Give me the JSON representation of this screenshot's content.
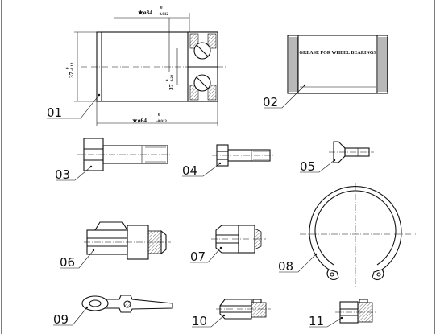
{
  "parts": [
    {
      "id": "01",
      "label": "01",
      "name": "wheel bearing"
    },
    {
      "id": "02",
      "label": "02",
      "name": "grease packet"
    },
    {
      "id": "03",
      "label": "03",
      "name": "bolt"
    },
    {
      "id": "04",
      "label": "04",
      "name": "bolt"
    },
    {
      "id": "05",
      "label": "05",
      "name": "countersunk screw"
    },
    {
      "id": "06",
      "label": "06",
      "name": "hub nut"
    },
    {
      "id": "07",
      "label": "07",
      "name": "nut"
    },
    {
      "id": "08",
      "label": "08",
      "name": "circlip"
    },
    {
      "id": "09",
      "label": "09",
      "name": "lock washer"
    },
    {
      "id": "10",
      "label": "10",
      "name": "nut"
    },
    {
      "id": "11",
      "label": "11",
      "name": "nut"
    }
  ],
  "dimensions": {
    "inner_diameter": {
      "star": "★",
      "value": "ø34",
      "upper": "0",
      "lower": "-0.012"
    },
    "outer_diameter": {
      "star": "★",
      "value": "ø64",
      "upper": "0",
      "lower": "-0.013"
    },
    "width_outer": {
      "value": "37",
      "upper": "0",
      "lower": "-0.12"
    },
    "width_inner": {
      "value": "37",
      "upper": "0",
      "lower": "-0.20"
    }
  },
  "grease_text": "GREASE FOR WHEEL BEARINGS"
}
